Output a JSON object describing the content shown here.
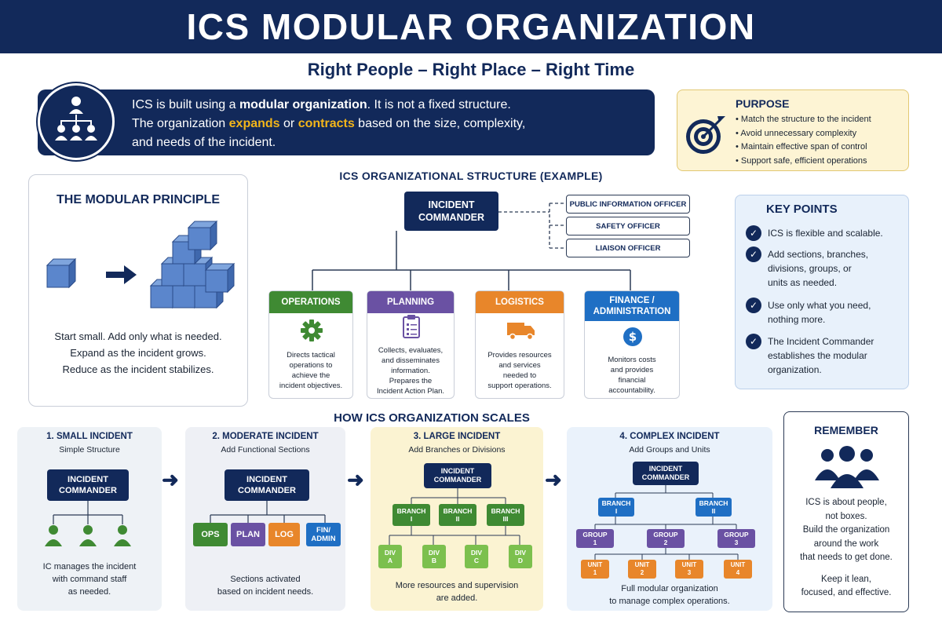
{
  "title": "ICS MODULAR ORGANIZATION",
  "tagline": "Right People – Right Place – Right Time",
  "intro": {
    "line1_a": "ICS is built using a ",
    "line1_b": "modular organization",
    "line1_c": ". It is not a fixed structure.",
    "line2_a": "The organization ",
    "line2_b": "expands",
    "line2_c": " or ",
    "line2_d": "contracts",
    "line2_e": " based on the size, complexity,",
    "line3": "and needs of the incident."
  },
  "purpose": {
    "title": "PURPOSE",
    "items": [
      "Match the structure to the incident",
      "Avoid unnecessary complexity",
      "Maintain effective span of control",
      "Support safe, efficient operations"
    ]
  },
  "principle": {
    "title": "THE MODULAR PRINCIPLE",
    "lines": [
      "Start small. Add only what is needed.",
      "Expand as the incident grows.",
      "Reduce as the incident stabilizes."
    ]
  },
  "structure": {
    "title": "ICS ORGANIZATIONAL STRUCTURE (EXAMPLE)",
    "commander": [
      "INCIDENT",
      "COMMANDER"
    ],
    "staff": [
      "PUBLIC INFORMATION OFFICER",
      "SAFETY OFFICER",
      "LIAISON OFFICER"
    ],
    "sections": [
      {
        "name": "OPERATIONS",
        "color": "#3f8a33",
        "desc": [
          "Directs tactical",
          "operations to",
          "achieve the",
          "incident objectives."
        ]
      },
      {
        "name": "PLANNING",
        "color": "#6a51a3",
        "desc": [
          "Collects, evaluates,",
          "and disseminates",
          "information.",
          "Prepares the",
          "Incident Action Plan."
        ]
      },
      {
        "name": "LOGISTICS",
        "color": "#e8862a",
        "desc": [
          "Provides resources",
          "and services",
          "needed to",
          "support operations."
        ]
      },
      {
        "name_l1": "FINANCE /",
        "name_l2": "ADMINISTRATION",
        "color": "#1f6fc4",
        "desc": [
          "Monitors costs",
          "and provides",
          "financial",
          "accountability."
        ]
      }
    ]
  },
  "key_points": {
    "title": "KEY POINTS",
    "items": [
      [
        "ICS is flexible and scalable."
      ],
      [
        "Add sections, branches,",
        "divisions, groups, or",
        "units as needed."
      ],
      [
        "Use only what you need,",
        "nothing more."
      ],
      [
        "The Incident Commander",
        "establishes the modular",
        "organization."
      ]
    ]
  },
  "scales": {
    "title": "HOW ICS ORGANIZATION SCALES",
    "panels": [
      {
        "title": "1. SMALL INCIDENT",
        "subtitle": "Simple Structure",
        "footer": [
          "IC manages the incident",
          "with command staff",
          "as needed."
        ]
      },
      {
        "title": "2. MODERATE INCIDENT",
        "subtitle": "Add Functional Sections",
        "footer": [
          "Sections activated",
          "based on incident needs."
        ],
        "sections": [
          "OPS",
          "PLAN",
          "LOG"
        ],
        "fin_l1": "FIN/",
        "fin_l2": "ADMIN"
      },
      {
        "title": "3. LARGE INCIDENT",
        "subtitle": "Add Branches or Divisions",
        "footer": [
          "More resources and supervision",
          "are added."
        ],
        "branch_word": "BRANCH",
        "branch_nums": [
          "I",
          "II",
          "III"
        ],
        "div_word": "DIV",
        "div_letters": [
          "A",
          "B",
          "C",
          "D"
        ]
      },
      {
        "title": "4. COMPLEX INCIDENT",
        "subtitle": "Add Groups and Units",
        "footer": [
          "Full modular organization",
          "to manage complex operations."
        ],
        "branch_word": "BRANCH",
        "branch_nums": [
          "I",
          "II"
        ],
        "group_word": "GROUP",
        "group_nums": [
          "1",
          "2",
          "3"
        ],
        "unit_word": "UNIT",
        "unit_nums": [
          "1",
          "2",
          "3",
          "4"
        ]
      }
    ],
    "commander_l1": "INCIDENT",
    "commander_l2": "COMMANDER"
  },
  "remember": {
    "title": "REMEMBER",
    "lines": [
      "ICS is about people,",
      "not boxes.",
      "Build the organization",
      "around the work",
      "that needs to get done.",
      "",
      "Keep it lean,",
      "focused, and effective."
    ]
  },
  "colors": {
    "navy": "#12295a",
    "ops_green": "#3f8a33",
    "plan_purple": "#6a51a3",
    "log_orange": "#e8862a",
    "fin_blue": "#1f6fc4",
    "div_lightgreen": "#7cc04e",
    "purpose_bg": "#fdf4d4",
    "keypoints_bg": "#e8f1fb"
  }
}
